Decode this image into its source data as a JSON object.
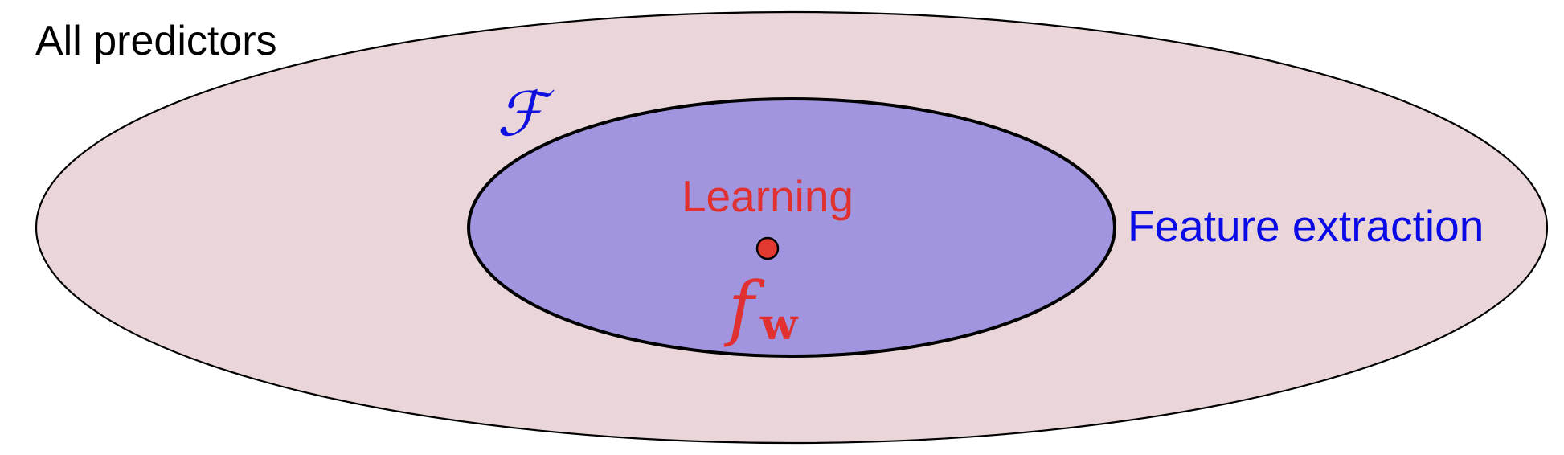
{
  "diagram": {
    "outer_set": {
      "label": "All predictors",
      "fill_color": "#ead6d8",
      "stroke_color": "#000000"
    },
    "inner_set": {
      "label": "ℱ",
      "label_color": "#1010e0",
      "fill_color": "#a195e0",
      "stroke_color": "#000000"
    },
    "feature_extraction": {
      "label": "Feature extraction",
      "color": "#0a0ae6"
    },
    "learning": {
      "label": "Learning",
      "color": "#e03030"
    },
    "point": {
      "label_f": "f",
      "label_sub": "w",
      "fill_color": "#e23a30",
      "stroke_color": "#000000"
    }
  }
}
